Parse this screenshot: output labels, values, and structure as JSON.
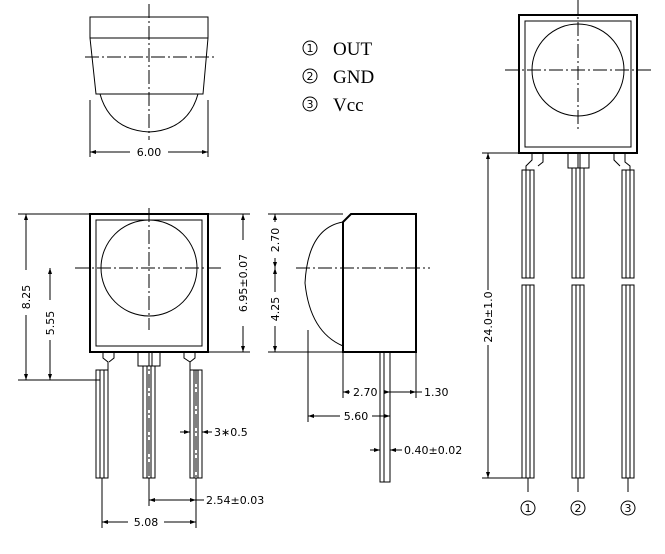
{
  "legend": [
    {
      "num": "1",
      "label": "OUT"
    },
    {
      "num": "2",
      "label": "GND"
    },
    {
      "num": "3",
      "label": "Vcc"
    }
  ],
  "dimensions": {
    "top_width": "6.00",
    "front_total_height": "8.25",
    "front_center_height": "5.55",
    "front_body_height": "6.95±0.07",
    "pin_width": "3∗0.5",
    "pin_pitch": "2.54±0.03",
    "pin_span": "5.08",
    "side_top": "2.70",
    "side_bottom": "4.25",
    "side_depth_a": "2.70",
    "side_depth_b": "1.30",
    "side_depth_total": "5.60",
    "lead_thickness": "0.40±0.02",
    "lead_length": "24.0±1.0"
  },
  "pins": [
    "1",
    "2",
    "3"
  ]
}
